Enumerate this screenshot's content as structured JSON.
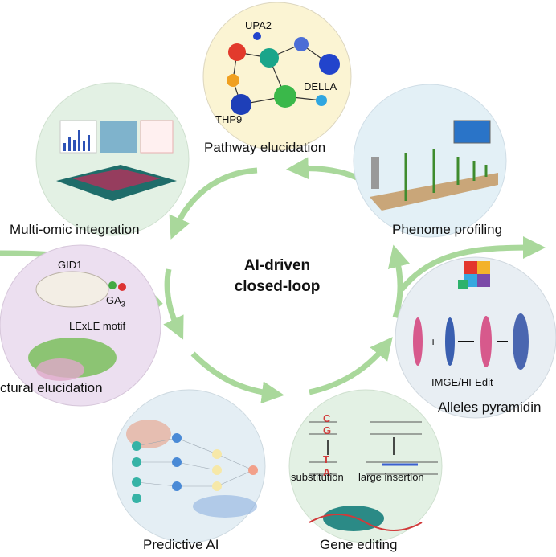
{
  "center": {
    "line1": "AI-driven",
    "line2": "closed-loop"
  },
  "nodes": {
    "pathway": {
      "label": "Pathway elucidation",
      "molecules": [
        "UPA2",
        "DELLA",
        "THP9"
      ],
      "color": "#fbf4d3"
    },
    "multiomic": {
      "label": "Multi-omic integration",
      "color": "#e3f1e4"
    },
    "phenome": {
      "label": "Phenome profiling",
      "color": "#e3f0f6"
    },
    "structural": {
      "label": "ctural elucidation",
      "protein": "GID1",
      "ligand": "GA",
      "ligand_sub": "3",
      "motif": "LExLE motif",
      "color": "#ecdff0"
    },
    "alleles": {
      "label": "Alleles pyramidin",
      "tool": "IMGE/HI-Edit",
      "color": "#e8eef3"
    },
    "predictive": {
      "label": "Predictive AI",
      "color": "#e4eef4"
    },
    "gene_editing": {
      "label": "Gene editing",
      "letters": [
        "C",
        "G",
        "T",
        "A"
      ],
      "sub_label": "substitution",
      "ins_label": "large insertion",
      "color": "#e3f1e4"
    }
  },
  "colors": {
    "arrow": "#a9d89b"
  }
}
